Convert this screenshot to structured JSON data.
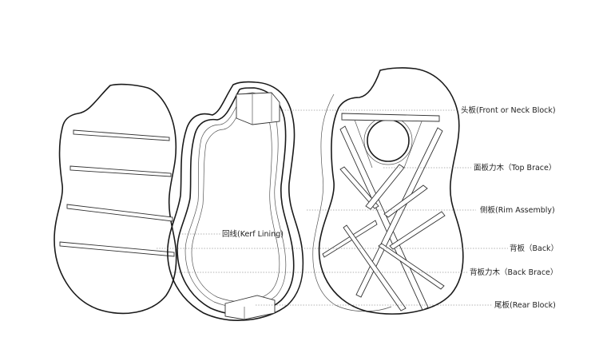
{
  "labels": {
    "neck_block": "头板(Front or Neck Block)",
    "top_brace": "面板力木（Top Brace）",
    "rim_assembly": "侧板(Rim Assembly)",
    "back": "背板（Back）",
    "back_brace": "背板力木（Back Brace）",
    "rear_block": "尾板(Rear Block)",
    "kerf_lining": "回线(Kerf  Lining)"
  }
}
